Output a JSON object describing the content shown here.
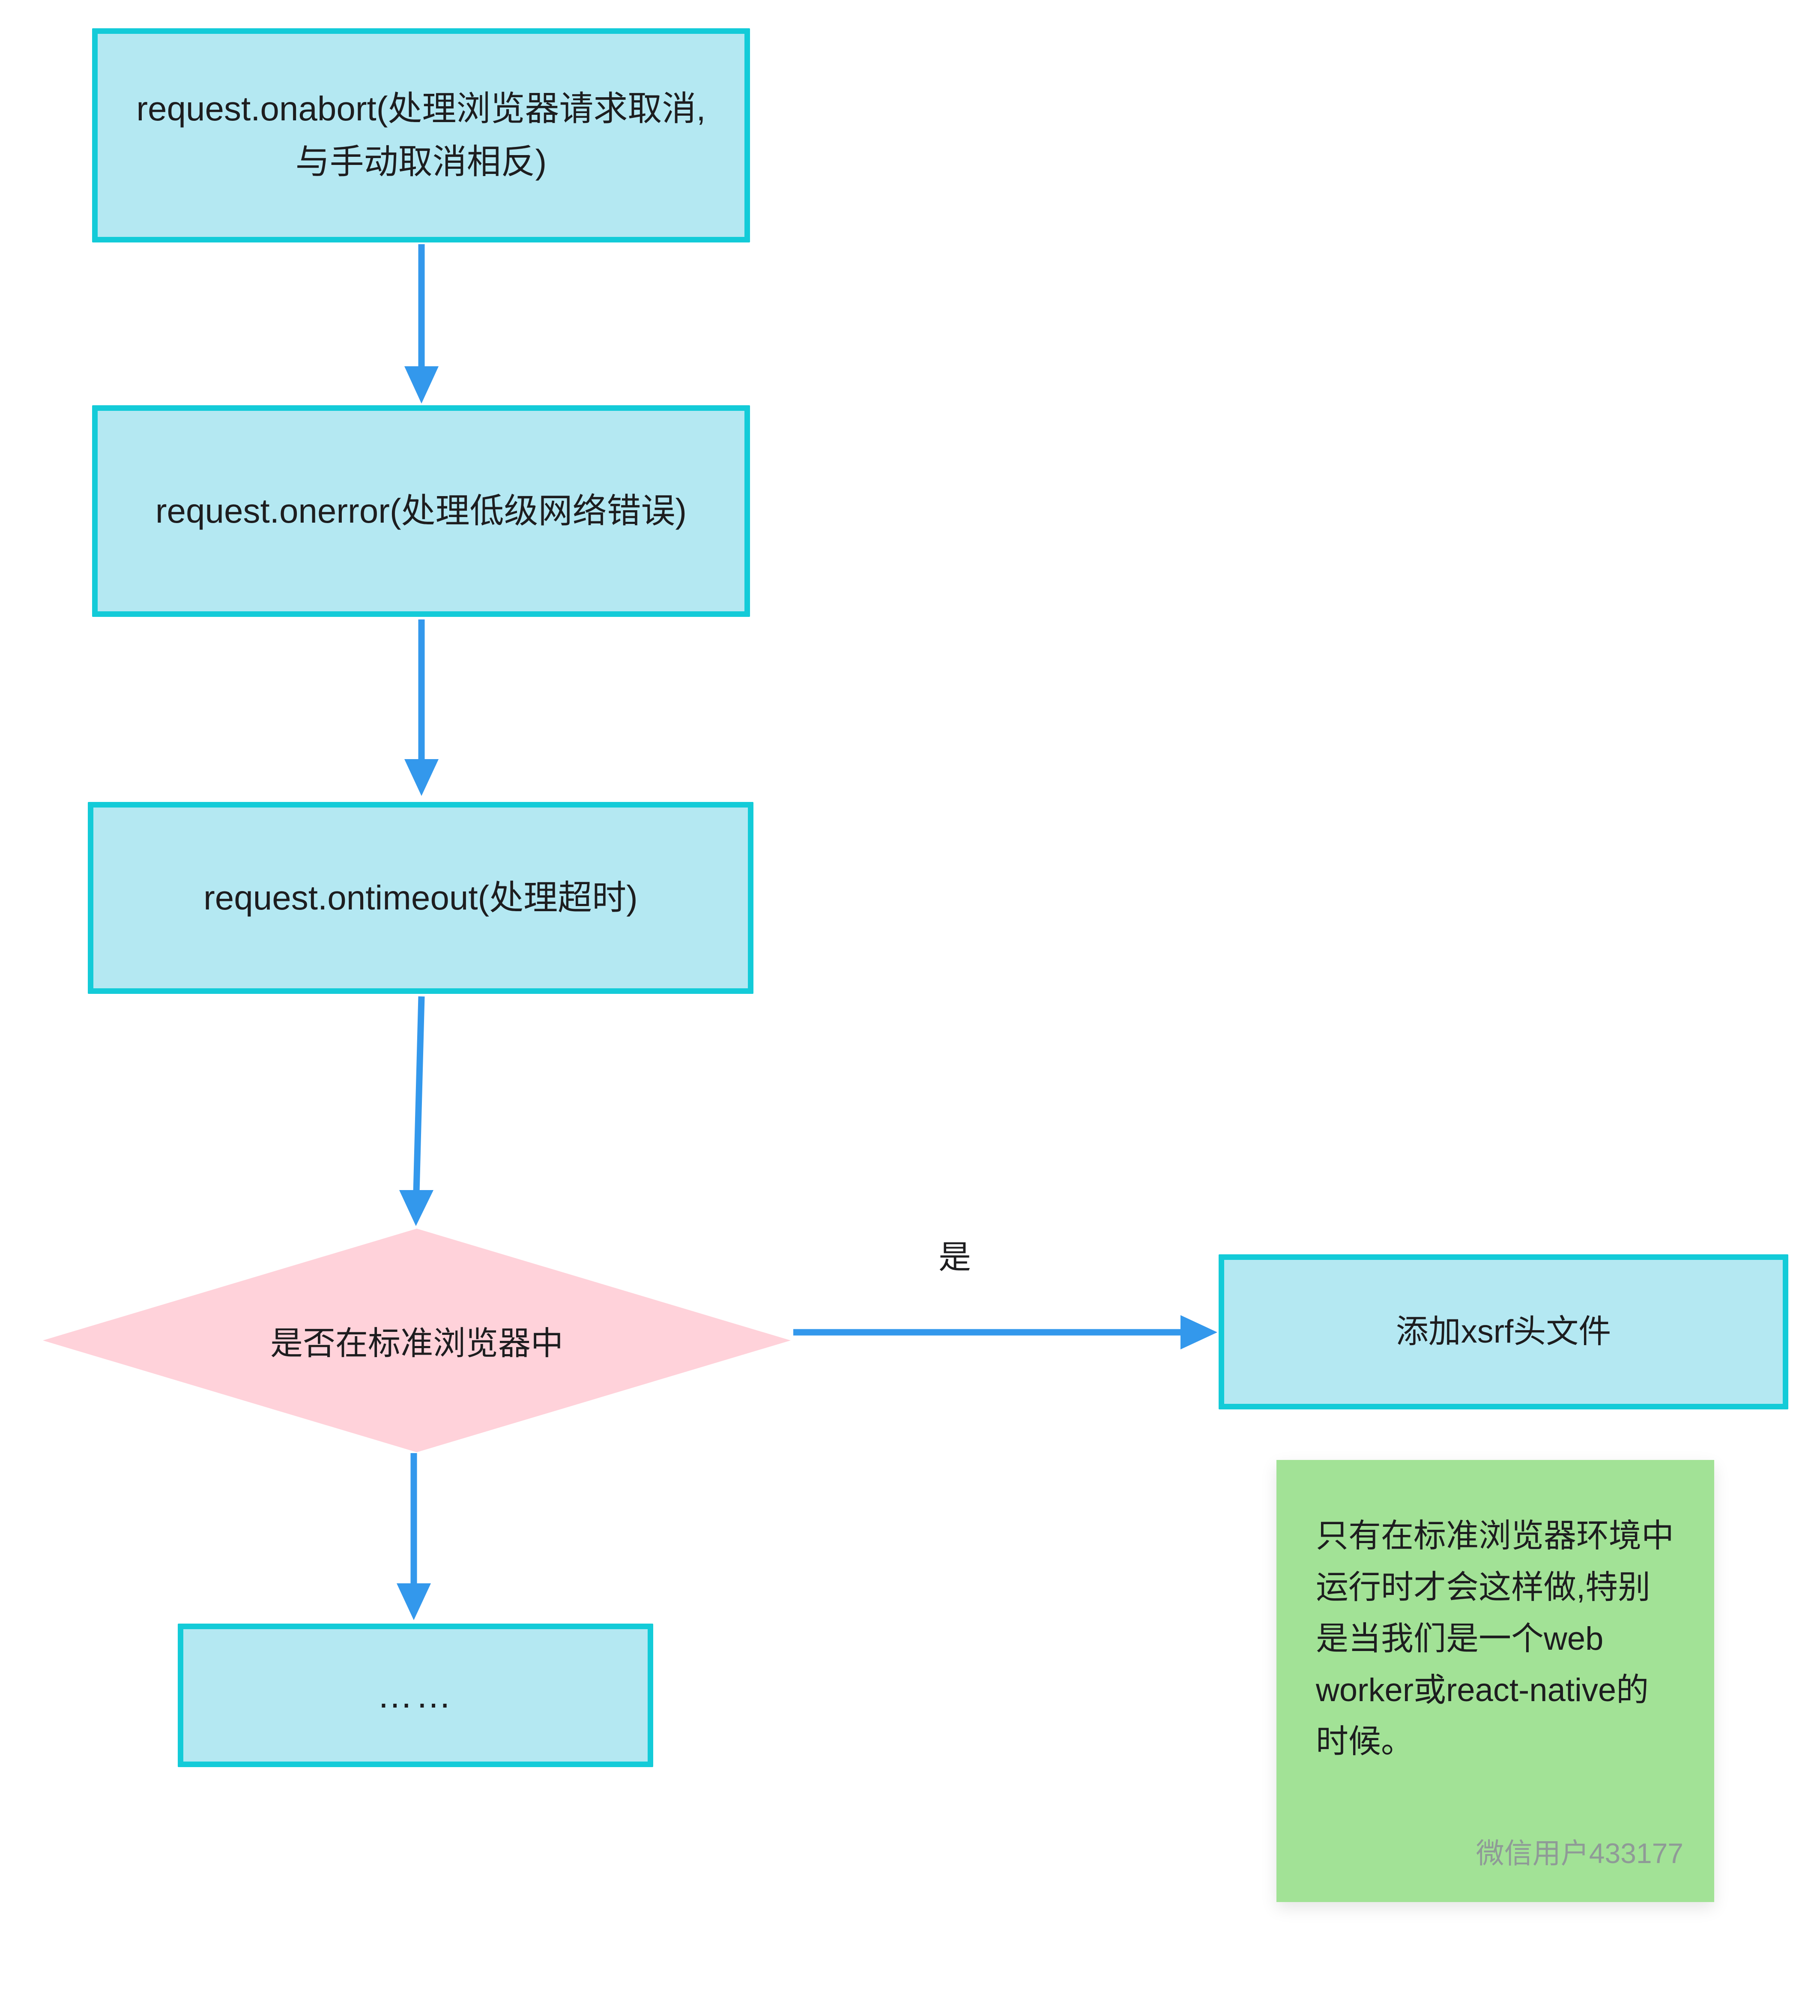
{
  "diagram": {
    "nodes": {
      "onabort": {
        "label": "request.onabort(处理浏览器请求取消,与手动取消相反)",
        "shape": "process"
      },
      "onerror": {
        "label": "request.onerror(处理低级网络错误)",
        "shape": "process"
      },
      "ontimeout": {
        "label": "request.ontimeout(处理超时)",
        "shape": "process"
      },
      "decision": {
        "label": "是否在标准浏览器中",
        "shape": "decision"
      },
      "xsrf": {
        "label": "添加xsrf头文件",
        "shape": "process"
      },
      "ellipsis": {
        "label": "……",
        "shape": "process"
      }
    },
    "edges": [
      {
        "from": "onabort",
        "to": "onerror",
        "label": ""
      },
      {
        "from": "onerror",
        "to": "ontimeout",
        "label": ""
      },
      {
        "from": "ontimeout",
        "to": "decision",
        "label": ""
      },
      {
        "from": "decision",
        "to": "xsrf",
        "label": "是"
      },
      {
        "from": "decision",
        "to": "ellipsis",
        "label": ""
      }
    ],
    "edge_labels": {
      "yes": "是"
    },
    "note": {
      "text": "只有在标准浏览器环境中运行时才会这样做,特别是当我们是一个web worker或react-native的时候。",
      "watermark": "微信用户433177"
    },
    "colors": {
      "process_fill": "#b4e8f2",
      "process_border": "#13cbd8",
      "decision_fill": "#ffd2da",
      "note_fill": "#a2e296",
      "arrow": "#3398ec",
      "text": "#1d1d1f",
      "watermark_text": "#8f9a97",
      "background": "#ffffff"
    }
  }
}
